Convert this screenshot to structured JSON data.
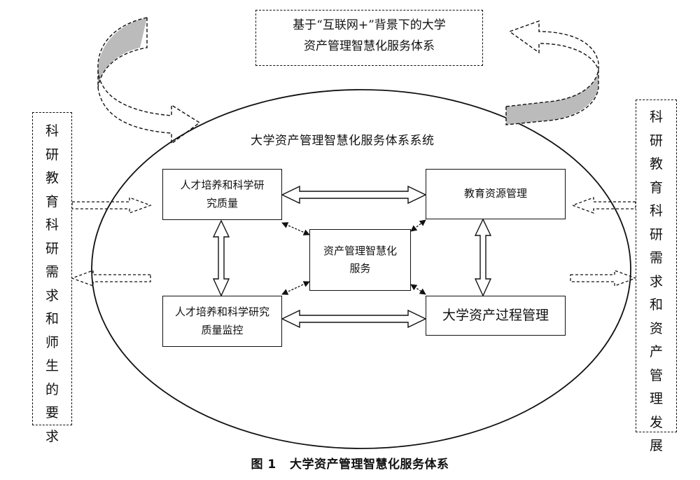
{
  "top_title": {
    "line1": "基于“互联网+”背景下的大学",
    "line2": "资产管理智慧化服务体系"
  },
  "system_title": "大学资产管理智慧化服务体系系统",
  "boxes": {
    "talent_quality": "人才培养和科学研究质量",
    "education_resource": "教育资源管理",
    "smart_service": "资产管理智慧化服务",
    "quality_monitor": "人才培养和科学研究质量监控",
    "process_management": "大学资产过程管理"
  },
  "left_side": [
    "科",
    "研",
    "教",
    "育",
    "科",
    "研",
    "需",
    "求",
    "和",
    "师",
    "生",
    "的",
    "要",
    "求"
  ],
  "right_side": [
    "科",
    "研",
    "教",
    "育",
    "科",
    "研",
    "需",
    "求",
    "和",
    "资",
    "产",
    "管",
    "理",
    "发",
    "展"
  ],
  "caption": "图 1   大学资产管理智慧化服务体系"
}
